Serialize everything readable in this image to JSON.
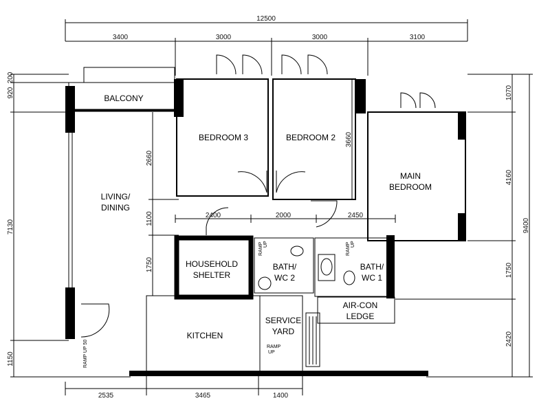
{
  "dimensions": {
    "overall_width": "12500",
    "top": [
      "3400",
      "3000",
      "3000",
      "3100"
    ],
    "bottom": [
      "2535",
      "3465",
      "1400"
    ],
    "left_small": [
      "920",
      "200"
    ],
    "left": [
      "7130",
      "1150"
    ],
    "inner_left": [
      "2660",
      "1100",
      "1750"
    ],
    "right": [
      "1070",
      "4160",
      "1750",
      "2420"
    ],
    "right_overall": "9400",
    "corridor": [
      "2400",
      "2000",
      "2450"
    ],
    "bedroom2_depth": "3660"
  },
  "rooms": {
    "balcony": "BALCONY",
    "bedroom3": "BEDROOM 3",
    "bedroom2": "BEDROOM 2",
    "main_bedroom_1": "MAIN",
    "main_bedroom_2": "BEDROOM",
    "living_1": "LIVING/",
    "living_2": "DINING",
    "shelter_1": "HOUSEHOLD",
    "shelter_2": "SHELTER",
    "bath2_1": "BATH/",
    "bath2_2": "WC 2",
    "bath1_1": "BATH/",
    "bath1_2": "WC 1",
    "aircon_1": "AIR-CON",
    "aircon_2": "LEDGE",
    "service_1": "SERVICE",
    "service_2": "YARD",
    "kitchen": "KITCHEN"
  },
  "ramps": {
    "ramp_up": "RAMP",
    "up": "UP",
    "ramp_up_50": "RAMP UP 50"
  }
}
